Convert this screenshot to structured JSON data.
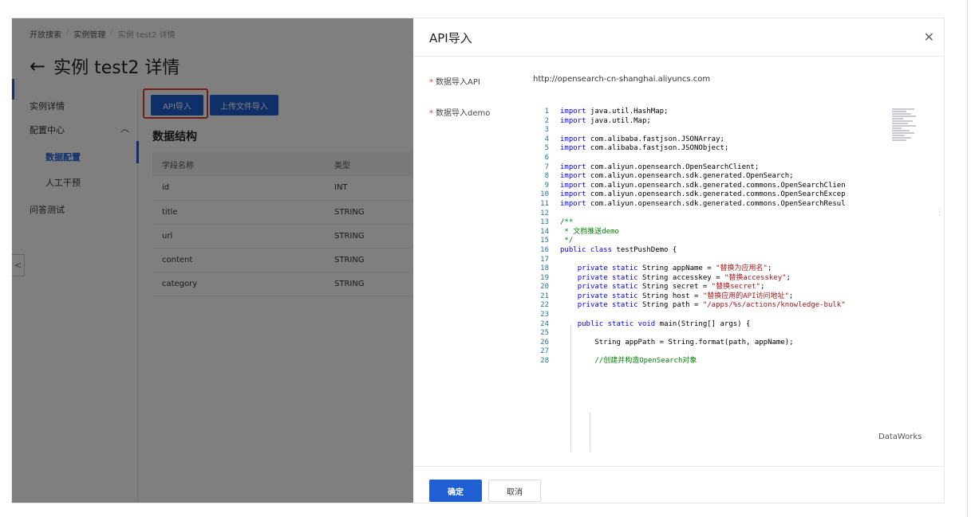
{
  "breadcrumb": [
    "开放搜索",
    "实例管理",
    "实例 test2 详情"
  ],
  "page_title": "实例 test2 详情",
  "sidebar": {
    "items": [
      {
        "label": "实例详情"
      },
      {
        "label": "配置中心"
      },
      {
        "label": "数据配置"
      },
      {
        "label": "人工干预"
      },
      {
        "label": "问答测试"
      }
    ]
  },
  "toolbar": {
    "api_import": "API导入",
    "file_import": "上传文件导入"
  },
  "section_title": "数据结构",
  "fields_table": {
    "headers": [
      "字段名称",
      "类型"
    ],
    "rows": [
      [
        "id",
        "INT"
      ],
      [
        "title",
        "STRING"
      ],
      [
        "url",
        "STRING"
      ],
      [
        "content",
        "STRING"
      ],
      [
        "category",
        "STRING"
      ]
    ]
  },
  "drawer": {
    "title": "API导入",
    "api_label": "数据导入API",
    "api_url": "http://opensearch-cn-shanghai.aliyuncs.com",
    "demo_label": "数据导入demo",
    "watermark": "DataWorks",
    "ok": "确定",
    "cancel": "取消"
  },
  "code_lines": [
    [
      {
        "t": "kw",
        "v": "import"
      },
      {
        "t": "n",
        "v": " java.util.HashMap;"
      }
    ],
    [
      {
        "t": "kw",
        "v": "import"
      },
      {
        "t": "n",
        "v": " java.util.Map;"
      }
    ],
    [],
    [
      {
        "t": "kw",
        "v": "import"
      },
      {
        "t": "n",
        "v": " com.alibaba.fastjson.JSONArray;"
      }
    ],
    [
      {
        "t": "kw",
        "v": "import"
      },
      {
        "t": "n",
        "v": " com.alibaba.fastjson.JSONObject;"
      }
    ],
    [],
    [
      {
        "t": "kw",
        "v": "import"
      },
      {
        "t": "n",
        "v": " com.aliyun.opensearch.OpenSearchClient;"
      }
    ],
    [
      {
        "t": "kw",
        "v": "import"
      },
      {
        "t": "n",
        "v": " com.aliyun.opensearch.sdk.generated.OpenSearch;"
      }
    ],
    [
      {
        "t": "kw",
        "v": "import"
      },
      {
        "t": "n",
        "v": " com.aliyun.opensearch.sdk.generated.commons.OpenSearchClien"
      }
    ],
    [
      {
        "t": "kw",
        "v": "import"
      },
      {
        "t": "n",
        "v": " com.aliyun.opensearch.sdk.generated.commons.OpenSearchExcep"
      }
    ],
    [
      {
        "t": "kw",
        "v": "import"
      },
      {
        "t": "n",
        "v": " com.aliyun.opensearch.sdk.generated.commons.OpenSearchResul"
      }
    ],
    [],
    [
      {
        "t": "cm",
        "v": "/**"
      }
    ],
    [
      {
        "t": "cm",
        "v": " * 文档推送demo"
      }
    ],
    [
      {
        "t": "cm",
        "v": " */"
      }
    ],
    [
      {
        "t": "kw",
        "v": "public class"
      },
      {
        "t": "n",
        "v": " testPushDemo {"
      }
    ],
    [],
    [
      {
        "t": "n",
        "v": "    "
      },
      {
        "t": "kw",
        "v": "private static"
      },
      {
        "t": "n",
        "v": " String appName = "
      },
      {
        "t": "str",
        "v": "\"替换为应用名\""
      },
      {
        "t": "n",
        "v": ";"
      }
    ],
    [
      {
        "t": "n",
        "v": "    "
      },
      {
        "t": "kw",
        "v": "private static"
      },
      {
        "t": "n",
        "v": " String accesskey = "
      },
      {
        "t": "str",
        "v": "\"替换accesskey\""
      },
      {
        "t": "n",
        "v": ";"
      }
    ],
    [
      {
        "t": "n",
        "v": "    "
      },
      {
        "t": "kw",
        "v": "private static"
      },
      {
        "t": "n",
        "v": " String secret = "
      },
      {
        "t": "str",
        "v": "\"替换secret\""
      },
      {
        "t": "n",
        "v": ";"
      }
    ],
    [
      {
        "t": "n",
        "v": "    "
      },
      {
        "t": "kw",
        "v": "private static"
      },
      {
        "t": "n",
        "v": " String host = "
      },
      {
        "t": "str",
        "v": "\"替换应用的API访问地址\""
      },
      {
        "t": "n",
        "v": ";"
      }
    ],
    [
      {
        "t": "n",
        "v": "    "
      },
      {
        "t": "kw",
        "v": "private static"
      },
      {
        "t": "n",
        "v": " String path = "
      },
      {
        "t": "str",
        "v": "\"/apps/%s/actions/knowledge-bulk\""
      }
    ],
    [],
    [
      {
        "t": "n",
        "v": "    "
      },
      {
        "t": "kw",
        "v": "public static void"
      },
      {
        "t": "n",
        "v": " main(String[] args) {"
      }
    ],
    [],
    [
      {
        "t": "n",
        "v": "        String appPath = String.format(path, appName);"
      }
    ],
    [],
    [
      {
        "t": "n",
        "v": "        "
      },
      {
        "t": "cm",
        "v": "//创建并构造OpenSearch对象"
      }
    ]
  ],
  "colors": {
    "primary": "#1f5fd1",
    "highlight": "#e53935"
  }
}
